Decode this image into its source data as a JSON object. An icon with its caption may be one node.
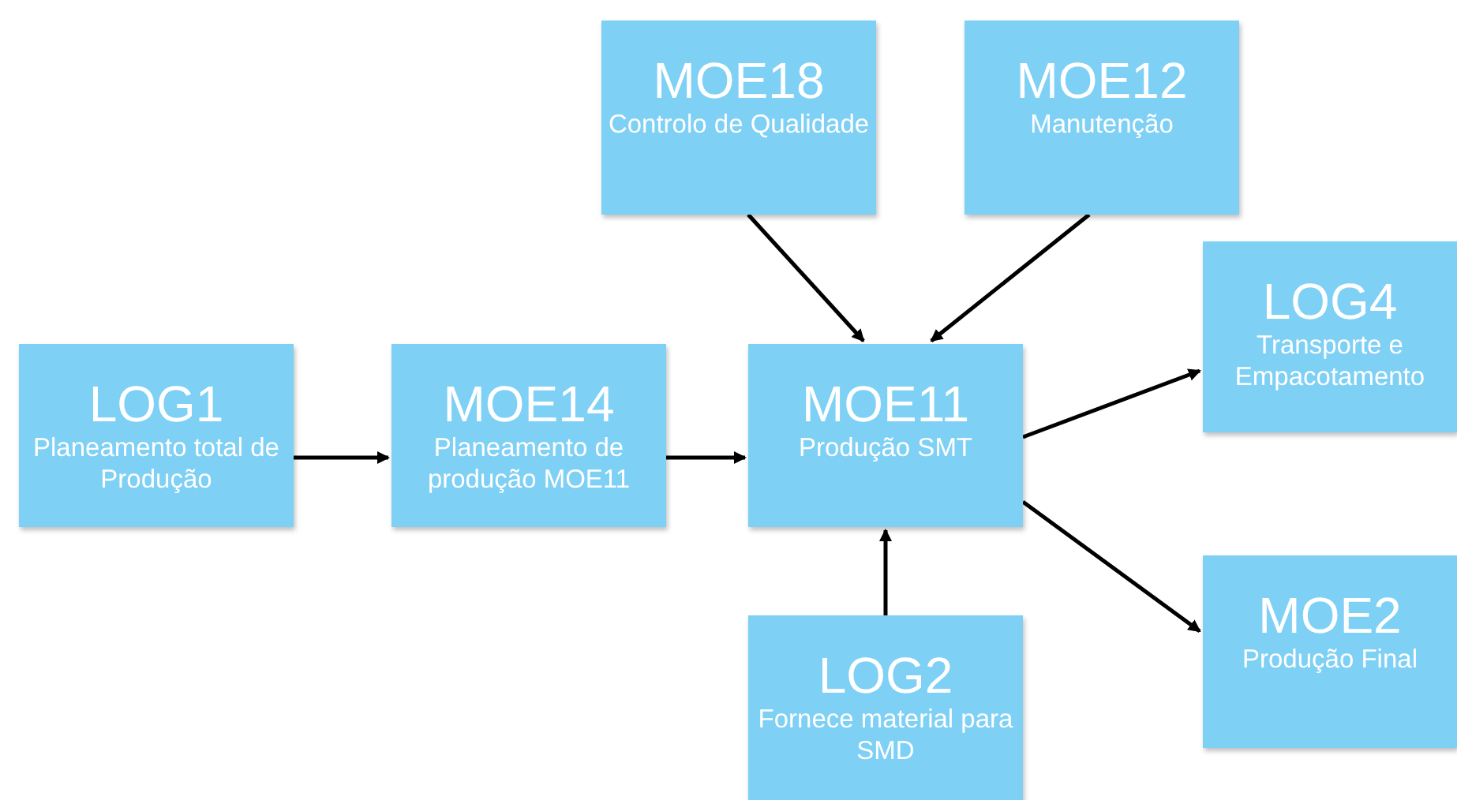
{
  "diagram": {
    "nodes": [
      {
        "text": [
          "MOE18",
          "Controlo de Qualidade"
        ]
      },
      {
        "text": [
          "MOE12",
          "Manutenção"
        ]
      },
      {
        "text": [
          "LOG4",
          "Transporte e Empacotamento"
        ]
      },
      {
        "text": [
          "LOG1",
          "Planeamento total de Produção"
        ]
      },
      {
        "text": [
          "MOE14",
          "Planeamento de produção MOE11"
        ]
      },
      {
        "text": [
          "MOE11",
          "Produção SMT"
        ]
      },
      {
        "text": [
          "LOG2",
          "Fornece material para SMD"
        ]
      },
      {
        "text": [
          "MOE2",
          "Produção Final"
        ]
      }
    ],
    "edges": [
      {
        "from": 3,
        "to": 4,
        "arrow": "to"
      },
      {
        "from": 4,
        "to": 5,
        "arrow": "to"
      },
      {
        "from": 0,
        "to": 5,
        "arrow": "to"
      },
      {
        "from": 1,
        "to": 5,
        "arrow": "to"
      },
      {
        "from": 6,
        "to": 5,
        "arrow": "to"
      },
      {
        "from": 5,
        "to": 2,
        "arrow": "to"
      },
      {
        "from": 5,
        "to": 7,
        "arrow": "to"
      }
    ]
  }
}
